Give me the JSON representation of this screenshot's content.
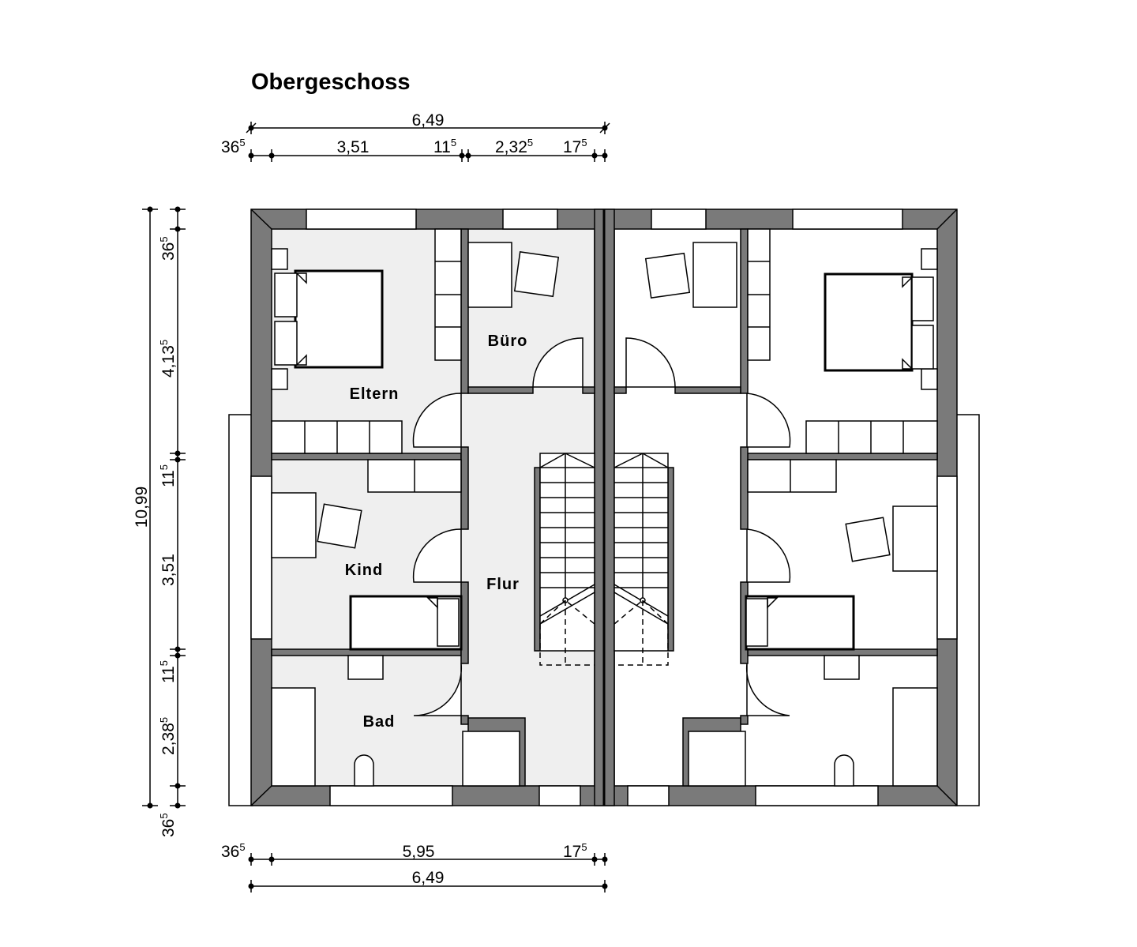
{
  "title": "Obergeschoss",
  "rooms": {
    "eltern": "Eltern",
    "buero": "Büro",
    "kind": "Kind",
    "flur": "Flur",
    "bad": "Bad"
  },
  "dimensions": {
    "top_total": "6,49",
    "top_wall_left": "36",
    "top_wall_left_sup": "5",
    "top_seg1": "3,51",
    "top_seg2": "11",
    "top_seg2_sup": "5",
    "top_seg3": "2,32",
    "top_seg3_sup": "5",
    "top_wall_right": "17",
    "top_wall_right_sup": "5",
    "bottom_wall_left": "36",
    "bottom_wall_left_sup": "5",
    "bottom_seg": "5,95",
    "bottom_wall_right": "17",
    "bottom_wall_right_sup": "5",
    "bottom_total": "6,49",
    "left_total": "10,99",
    "left_wall_top": "36",
    "left_wall_top_sup": "5",
    "left_seg1": "4,13",
    "left_seg1_sup": "5",
    "left_seg2": "11",
    "left_seg2_sup": "5",
    "left_seg3": "3,51",
    "left_seg4": "11",
    "left_seg4_sup": "5",
    "left_seg5": "2,38",
    "left_seg5_sup": "5",
    "left_wall_bottom": "36",
    "left_wall_bottom_sup": "5"
  },
  "colors": {
    "wall": "#7a7a7a",
    "floor_left": "#efefef",
    "floor_right": "#ffffff",
    "line": "#000000"
  }
}
